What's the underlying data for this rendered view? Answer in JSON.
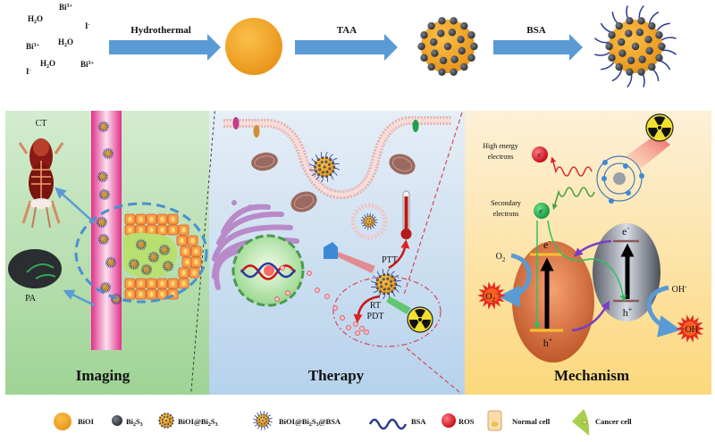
{
  "synthesis": {
    "reagents": [
      {
        "text": "Bi",
        "sup": "3+"
      },
      {
        "text": "H",
        "sub": "2",
        "tail": "O"
      },
      {
        "text": "I",
        "sup": "-"
      },
      {
        "text": "Bi",
        "sup": "3+"
      },
      {
        "text": "H",
        "sub": "2",
        "tail": "O"
      },
      {
        "text": "H",
        "sub": "2",
        "tail": "O"
      },
      {
        "text": "Bi",
        "sup": "3+"
      },
      {
        "text": "I",
        "sup": "-"
      }
    ],
    "steps": [
      {
        "label": "Hydrothermal"
      },
      {
        "label": "TAA"
      },
      {
        "label": "BSA"
      }
    ]
  },
  "panels": {
    "imaging": {
      "title": "Imaging",
      "ct_label": "CT",
      "pa_label": "PA",
      "color": "#a8d8a0"
    },
    "therapy": {
      "title": "Therapy",
      "ptt_label": "PTT",
      "rt_label": "RT",
      "pdt_label": "PDT",
      "color": "#b8d4ee"
    },
    "mechanism": {
      "title": "Mechanism",
      "high_energy_label_1": "High energy",
      "high_energy_label_2": "electrons",
      "secondary_label_1": "Secondary",
      "secondary_label_2": "electrons",
      "electron_symbol": "e",
      "electron_sup": "-",
      "hole_symbol": "h",
      "hole_sup": "+",
      "o2_label": "O",
      "o2_sub": "2",
      "superoxide_label": "O",
      "superoxide_sub": "2",
      "superoxide_sup": "·-",
      "oh_minus_label": "OH",
      "oh_minus_sup": "-",
      "oh_radical_label": "·OH",
      "color": "#fde2a0"
    }
  },
  "legend": [
    {
      "name": "BiOI",
      "label": "BiOI"
    },
    {
      "name": "Bi2S3",
      "label": "Bi",
      "sub1": "2",
      "mid": "S",
      "sub2": "3"
    },
    {
      "name": "BiOI@Bi2S3",
      "label": "BiOI@Bi",
      "sub1": "2",
      "mid": "S",
      "sub2": "3"
    },
    {
      "name": "BiOI@Bi2S3@BSA",
      "label": "BiOI@Bi",
      "sub1": "2",
      "mid": "S",
      "sub2": "3",
      "tail": "@BSA"
    },
    {
      "name": "BSA",
      "label": "BSA"
    },
    {
      "name": "ROS",
      "label": "ROS"
    },
    {
      "name": "Normal cell",
      "label": "Normal cell"
    },
    {
      "name": "Cancer cell",
      "label": "Cancer cell"
    }
  ],
  "colors": {
    "arrow_blue": "#5b9bd5",
    "biOI_orange": "#f5a623",
    "bi2s3_gray": "#4a4e58",
    "bsa_blue": "#2b3a8f",
    "ros_red": "#e8303a"
  }
}
